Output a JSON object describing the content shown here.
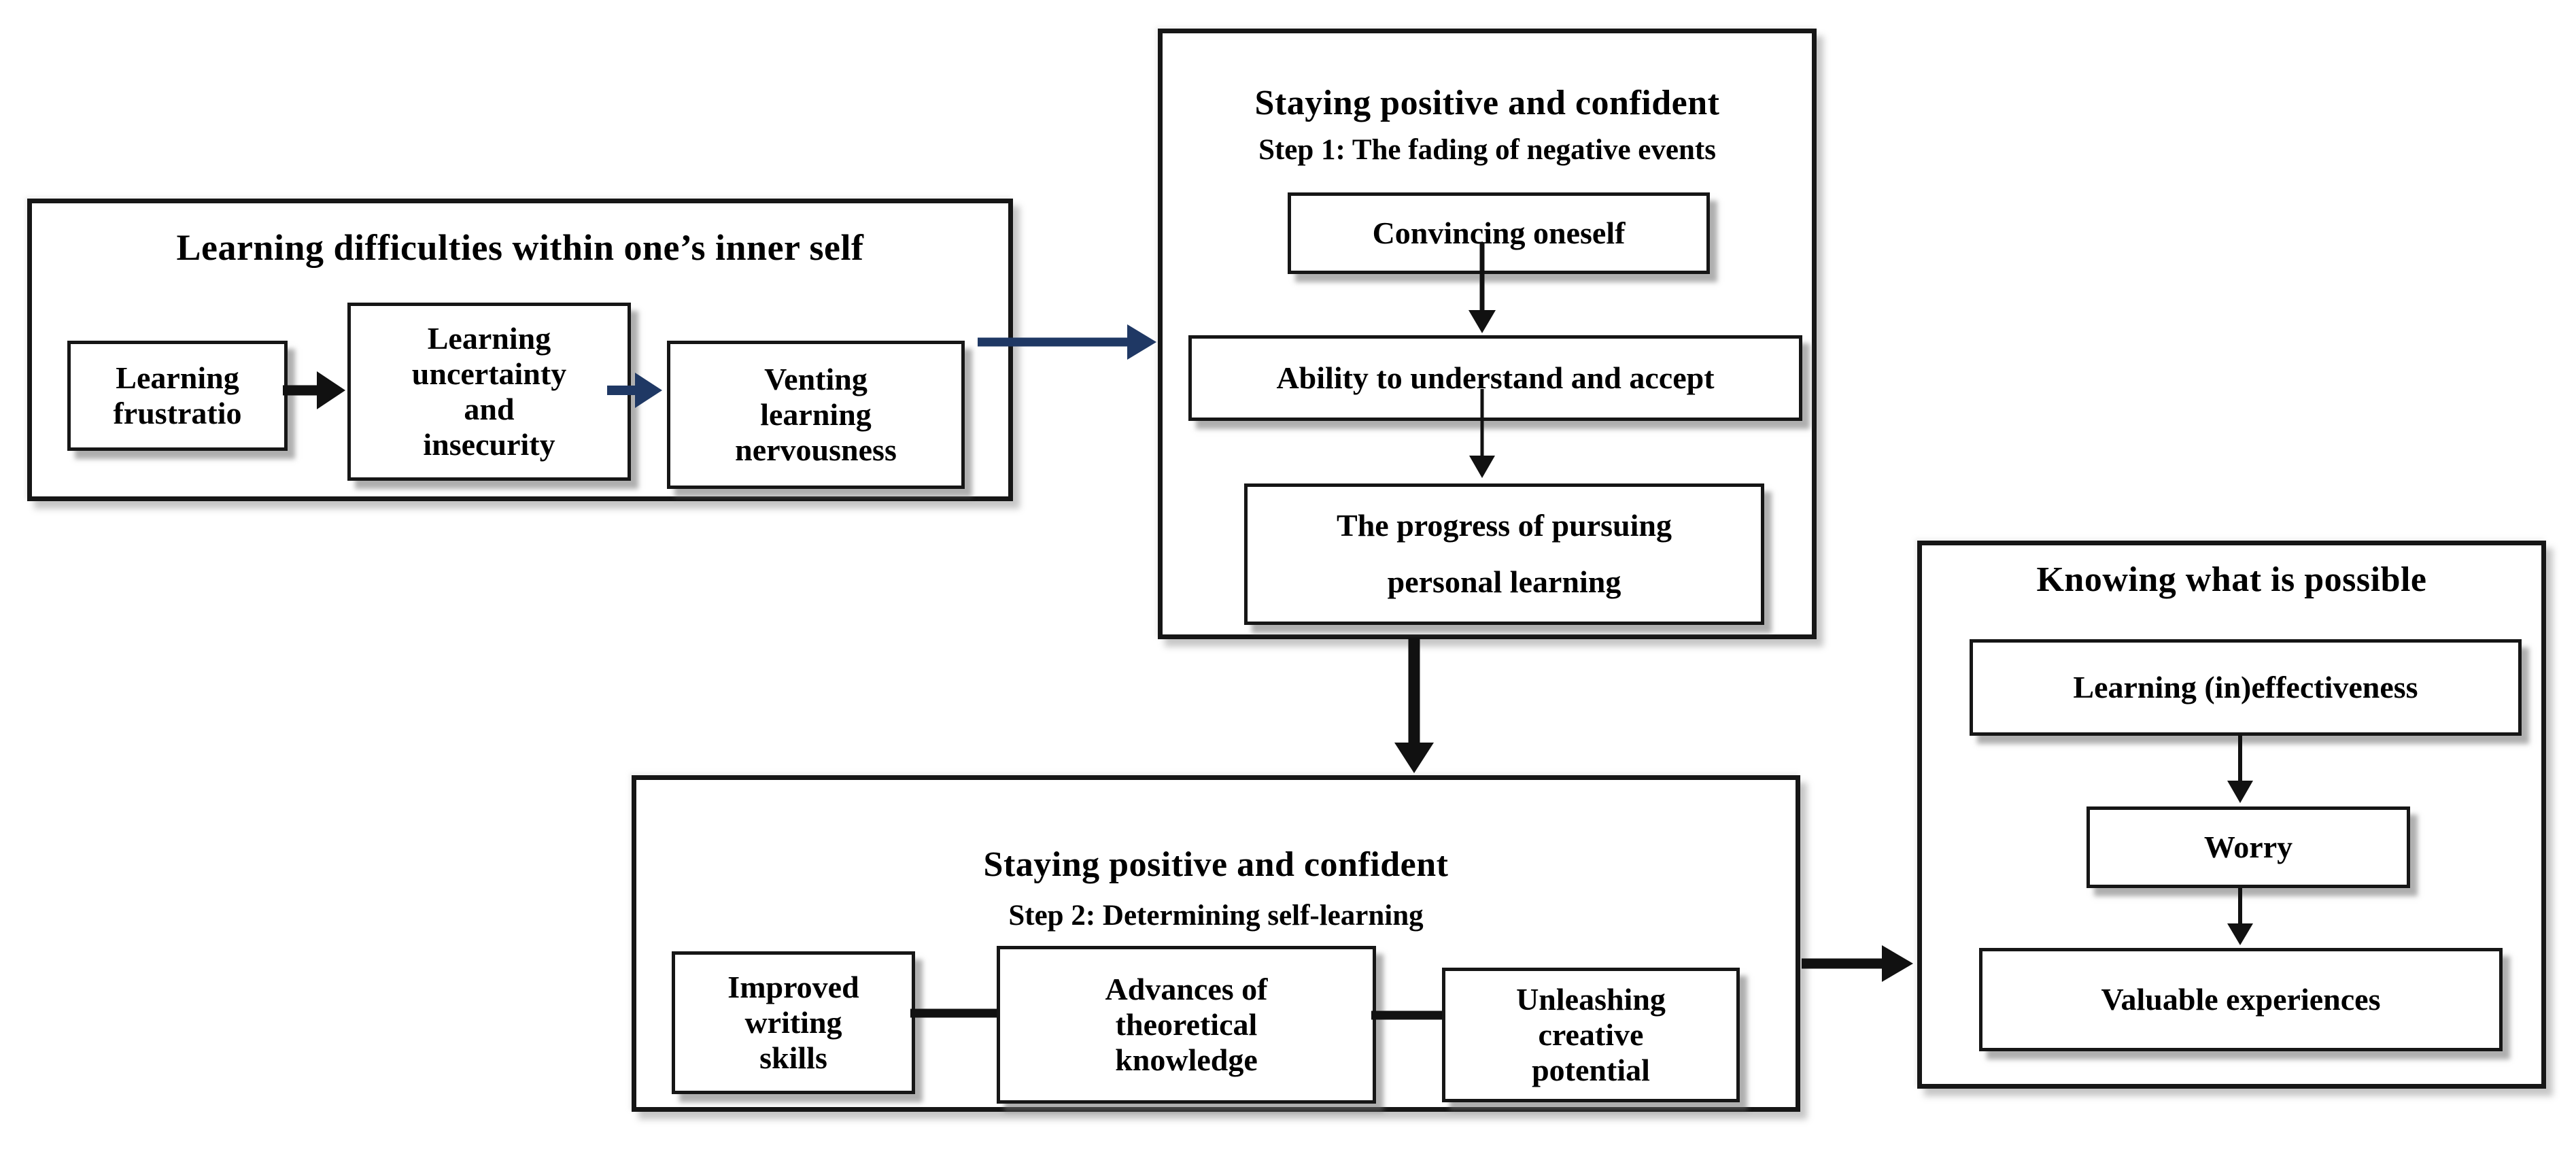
{
  "diagram": {
    "type": "flowchart",
    "background": "#ffffff",
    "colors": {
      "box_border": "#161616",
      "text": "#000000",
      "arrow_black": "#111111",
      "arrow_navy": "#1f3864",
      "shadow_gray": "#8c8c8c"
    },
    "panels": {
      "learning_difficulties": {
        "title": "Learning difficulties within one’s inner self",
        "nodes": {
          "frustration": {
            "label": "Learning\nfrustratio"
          },
          "uncertainty": {
            "label": "Learning\nuncertainty\nand\ninsecurity"
          },
          "nervousness": {
            "label": "Venting\nlearning\nnervousness"
          }
        }
      },
      "staying_positive_step1": {
        "title": "Staying positive and confident",
        "subtitle": "Step 1: The fading of negative events",
        "nodes": {
          "convincing": {
            "label": "Convincing oneself"
          },
          "understand": {
            "label": "Ability to understand and accept"
          },
          "progress": {
            "label": "The progress of pursuing\npersonal learning"
          }
        }
      },
      "staying_positive_step2": {
        "title": "Staying positive and confident",
        "subtitle": "Step 2: Determining self-learning",
        "nodes": {
          "writing": {
            "label": "Improved\nwriting\nskills"
          },
          "theory": {
            "label": "Advances of\ntheoretical\nknowledge"
          },
          "creative": {
            "label": "Unleashing\ncreative\npotential"
          }
        }
      },
      "knowing_possible": {
        "title": "Knowing what is possible",
        "nodes": {
          "effectiveness": {
            "label": "Learning (in)effectiveness"
          },
          "worry": {
            "label": "Worry"
          },
          "experiences": {
            "label": "Valuable experiences"
          }
        }
      }
    },
    "connections": [
      {
        "from": "Learning frustratio",
        "to": "Learning uncertainty and insecurity",
        "style": "thick-arrow",
        "color": "#111111"
      },
      {
        "from": "Learning uncertainty and insecurity",
        "to": "Venting learning nervousness",
        "style": "thick-arrow",
        "color": "#1f3864"
      },
      {
        "from": "Learning difficulties within one’s inner self",
        "to": "Staying positive and confident (Step 1)",
        "style": "thick-arrow",
        "color": "#1f3864"
      },
      {
        "from": "Convincing oneself",
        "to": "Ability to understand and accept",
        "style": "thin-arrow",
        "color": "#111111"
      },
      {
        "from": "Ability to understand and accept",
        "to": "The progress of pursuing personal learning",
        "style": "thin-arrow",
        "color": "#111111"
      },
      {
        "from": "Staying positive and confident (Step 1)",
        "to": "Staying positive and confident (Step 2)",
        "style": "thick-arrow",
        "color": "#111111"
      },
      {
        "from": "Improved writing skills",
        "to": "Advances of theoretical knowledge",
        "style": "plain-line",
        "color": "#111111"
      },
      {
        "from": "Advances of theoretical knowledge",
        "to": "Unleashing creative potential",
        "style": "plain-line",
        "color": "#111111"
      },
      {
        "from": "Staying positive and confident (Step 2)",
        "to": "Knowing what is possible",
        "style": "thick-arrow",
        "color": "#111111"
      },
      {
        "from": "Learning (in)effectiveness",
        "to": "Worry",
        "style": "thin-arrow",
        "color": "#111111"
      },
      {
        "from": "Worry",
        "to": "Valuable experiences",
        "style": "thin-arrow",
        "color": "#111111"
      }
    ]
  }
}
